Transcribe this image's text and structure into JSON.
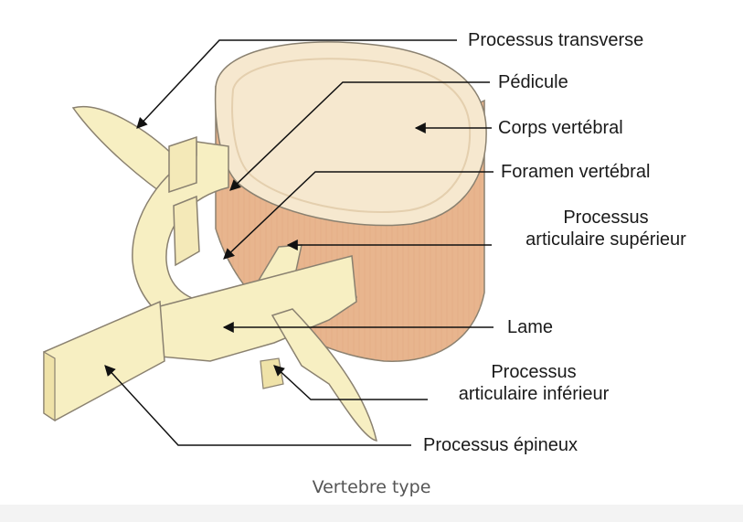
{
  "labels": {
    "transverse": "Processus transverse",
    "pedicule": "Pédicule",
    "corps": "Corps vertébral",
    "foramen": "Foramen vertébral",
    "art_sup_line1": "Processus",
    "art_sup_line2": "articulaire supérieur",
    "lame": "Lame",
    "art_inf_line1": "Processus",
    "art_inf_line2": "articulaire inférieur",
    "epineux": "Processus épineux"
  },
  "caption": "Vertebre type",
  "colors": {
    "bone_fill": "#f7efc2",
    "bone_stroke": "#8a8170",
    "body_top": "#f6e8cf",
    "body_side": "#e8b58e",
    "leader": "#111111"
  }
}
